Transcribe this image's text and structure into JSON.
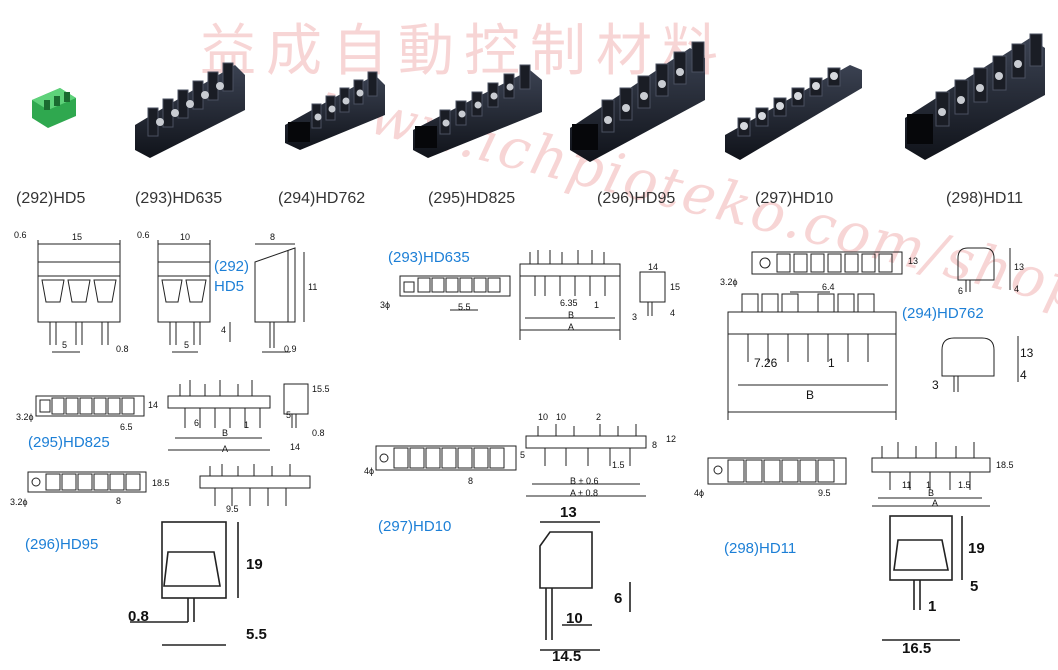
{
  "watermark": {
    "line1": "益成自動控制材料",
    "line2": "www.ichpioteko.com/shop"
  },
  "photo_labels": [
    {
      "id": "hd5",
      "text": "(292)HD5"
    },
    {
      "id": "hd635",
      "text": "(293)HD635"
    },
    {
      "id": "hd762",
      "text": "(294)HD762"
    },
    {
      "id": "hd825",
      "text": "(295)HD825"
    },
    {
      "id": "hd95",
      "text": "(296)HD95"
    },
    {
      "id": "hd10",
      "text": "(297)HD10"
    },
    {
      "id": "hd11",
      "text": "(298)HD11"
    }
  ],
  "diagram_labels": {
    "hd5a": "(292)",
    "hd5b": "HD5",
    "hd635": "(293)HD635",
    "hd762": "(294)HD762",
    "hd825": "(295)HD825",
    "hd95": "(296)HD95",
    "hd10": "(297)HD10",
    "hd11": "(298)HD11"
  },
  "dims": {
    "d15": "15",
    "d06a": "0.6",
    "d10": "10",
    "d06b": "0.6",
    "d8": "8",
    "d11": "11",
    "d4": "4",
    "d5a": "5",
    "d08": "0.8",
    "d5b": "5",
    "d09": "0.9",
    "d14a": "14",
    "d15b": "15",
    "d3a": "3",
    "d4b": "4",
    "d3phi": "3ϕ",
    "d55": "5.5",
    "d635": "6.35",
    "d1a": "1",
    "dBa": "B",
    "dAa": "A",
    "d32a": "3.2ϕ",
    "d13a": "13",
    "d64": "6.4",
    "d13b": "13",
    "d6": "6",
    "d4c": "4",
    "d726": "7.26",
    "d1b": "1",
    "dBb": "B",
    "d13c": "13",
    "d3b": "3",
    "d4d": "4",
    "d32b": "3.2ϕ",
    "d14b": "14",
    "d65": "6.5",
    "d6b": "6",
    "d1c": "1",
    "dBc": "B",
    "dAc": "A",
    "d155": "15.5",
    "d5c": "5",
    "d08b": "0.8",
    "d14c": "14",
    "d4phi": "4ϕ",
    "d10a": "10",
    "d10b": "10",
    "d2": "2",
    "d8b": "8",
    "dB06": "B ± 0.6",
    "dA08": "A ± 0.8",
    "d15c": "1.5",
    "d5d": "5",
    "d12": "12",
    "d32c": "3.2ϕ",
    "d8c": "8",
    "d95": "9.5",
    "d185": "18.5",
    "d4phib": "4ϕ",
    "d95b": "9.5",
    "d1d": "1",
    "d15d": "1.5",
    "dBd": "B",
    "dAd": "A",
    "d185b": "18.5",
    "d19a": "19",
    "d08c": "0.8",
    "d55b": "5.5",
    "d13d": "13",
    "d6c": "6",
    "d10c": "10",
    "d145": "14.5",
    "d19b": "19",
    "d5e": "5",
    "d1e": "1",
    "d165": "16.5"
  }
}
